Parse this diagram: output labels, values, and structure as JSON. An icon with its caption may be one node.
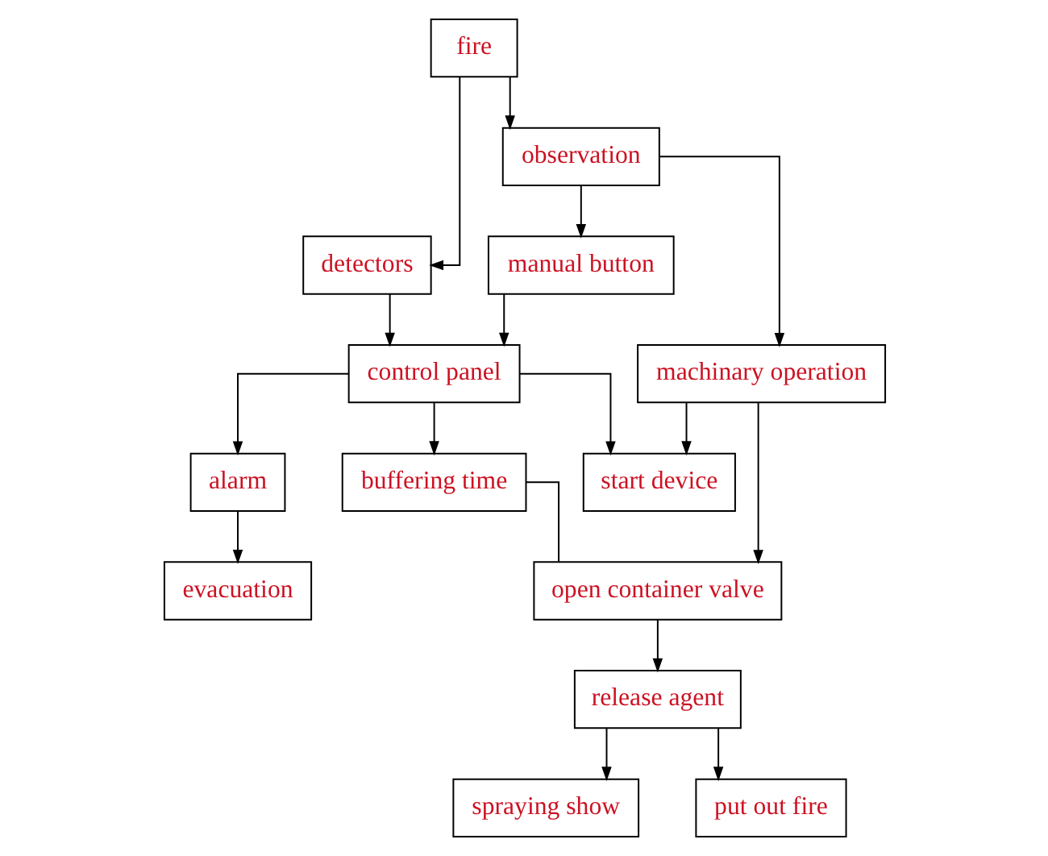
{
  "diagram": {
    "nodes": [
      {
        "text": [
          "fire"
        ]
      },
      {
        "text": [
          "detectors"
        ]
      },
      {
        "text": [
          "manual button"
        ]
      },
      {
        "text": [
          "observation"
        ]
      },
      {
        "text": [
          "control panel"
        ]
      },
      {
        "text": [
          "machinary operation"
        ]
      },
      {
        "text": [
          "buffering time"
        ]
      },
      {
        "text": [
          "alarm"
        ]
      },
      {
        "text": [
          "start device"
        ]
      },
      {
        "text": [
          "open container valve"
        ]
      },
      {
        "text": [
          "evacuation"
        ]
      },
      {
        "text": [
          "release agent"
        ]
      },
      {
        "text": [
          "spraying show"
        ]
      },
      {
        "text": [
          "put out fire"
        ]
      }
    ],
    "edges": [
      {
        "from": 0,
        "to": 1,
        "arrow": "to"
      },
      {
        "from": 0,
        "to": 3,
        "arrow": "to"
      },
      {
        "from": 3,
        "to": 2,
        "arrow": "to"
      },
      {
        "from": 3,
        "to": 5,
        "arrow": "to"
      },
      {
        "from": 2,
        "to": 4,
        "arrow": "to"
      },
      {
        "from": 1,
        "to": 4,
        "arrow": "to"
      },
      {
        "from": 4,
        "to": 6,
        "arrow": "to"
      },
      {
        "from": 4,
        "to": 7,
        "arrow": "to"
      },
      {
        "from": 4,
        "to": 8,
        "arrow": "to"
      },
      {
        "from": 5,
        "to": 8,
        "arrow": "to"
      },
      {
        "from": 5,
        "to": 9,
        "arrow": "to"
      },
      {
        "from": 6,
        "to": 9,
        "arrow": "none"
      },
      {
        "from": 7,
        "to": 10,
        "arrow": "to"
      },
      {
        "from": 9,
        "to": 11,
        "arrow": "to"
      },
      {
        "from": 11,
        "to": 12,
        "arrow": "to"
      },
      {
        "from": 11,
        "to": 13,
        "arrow": "to"
      }
    ]
  }
}
